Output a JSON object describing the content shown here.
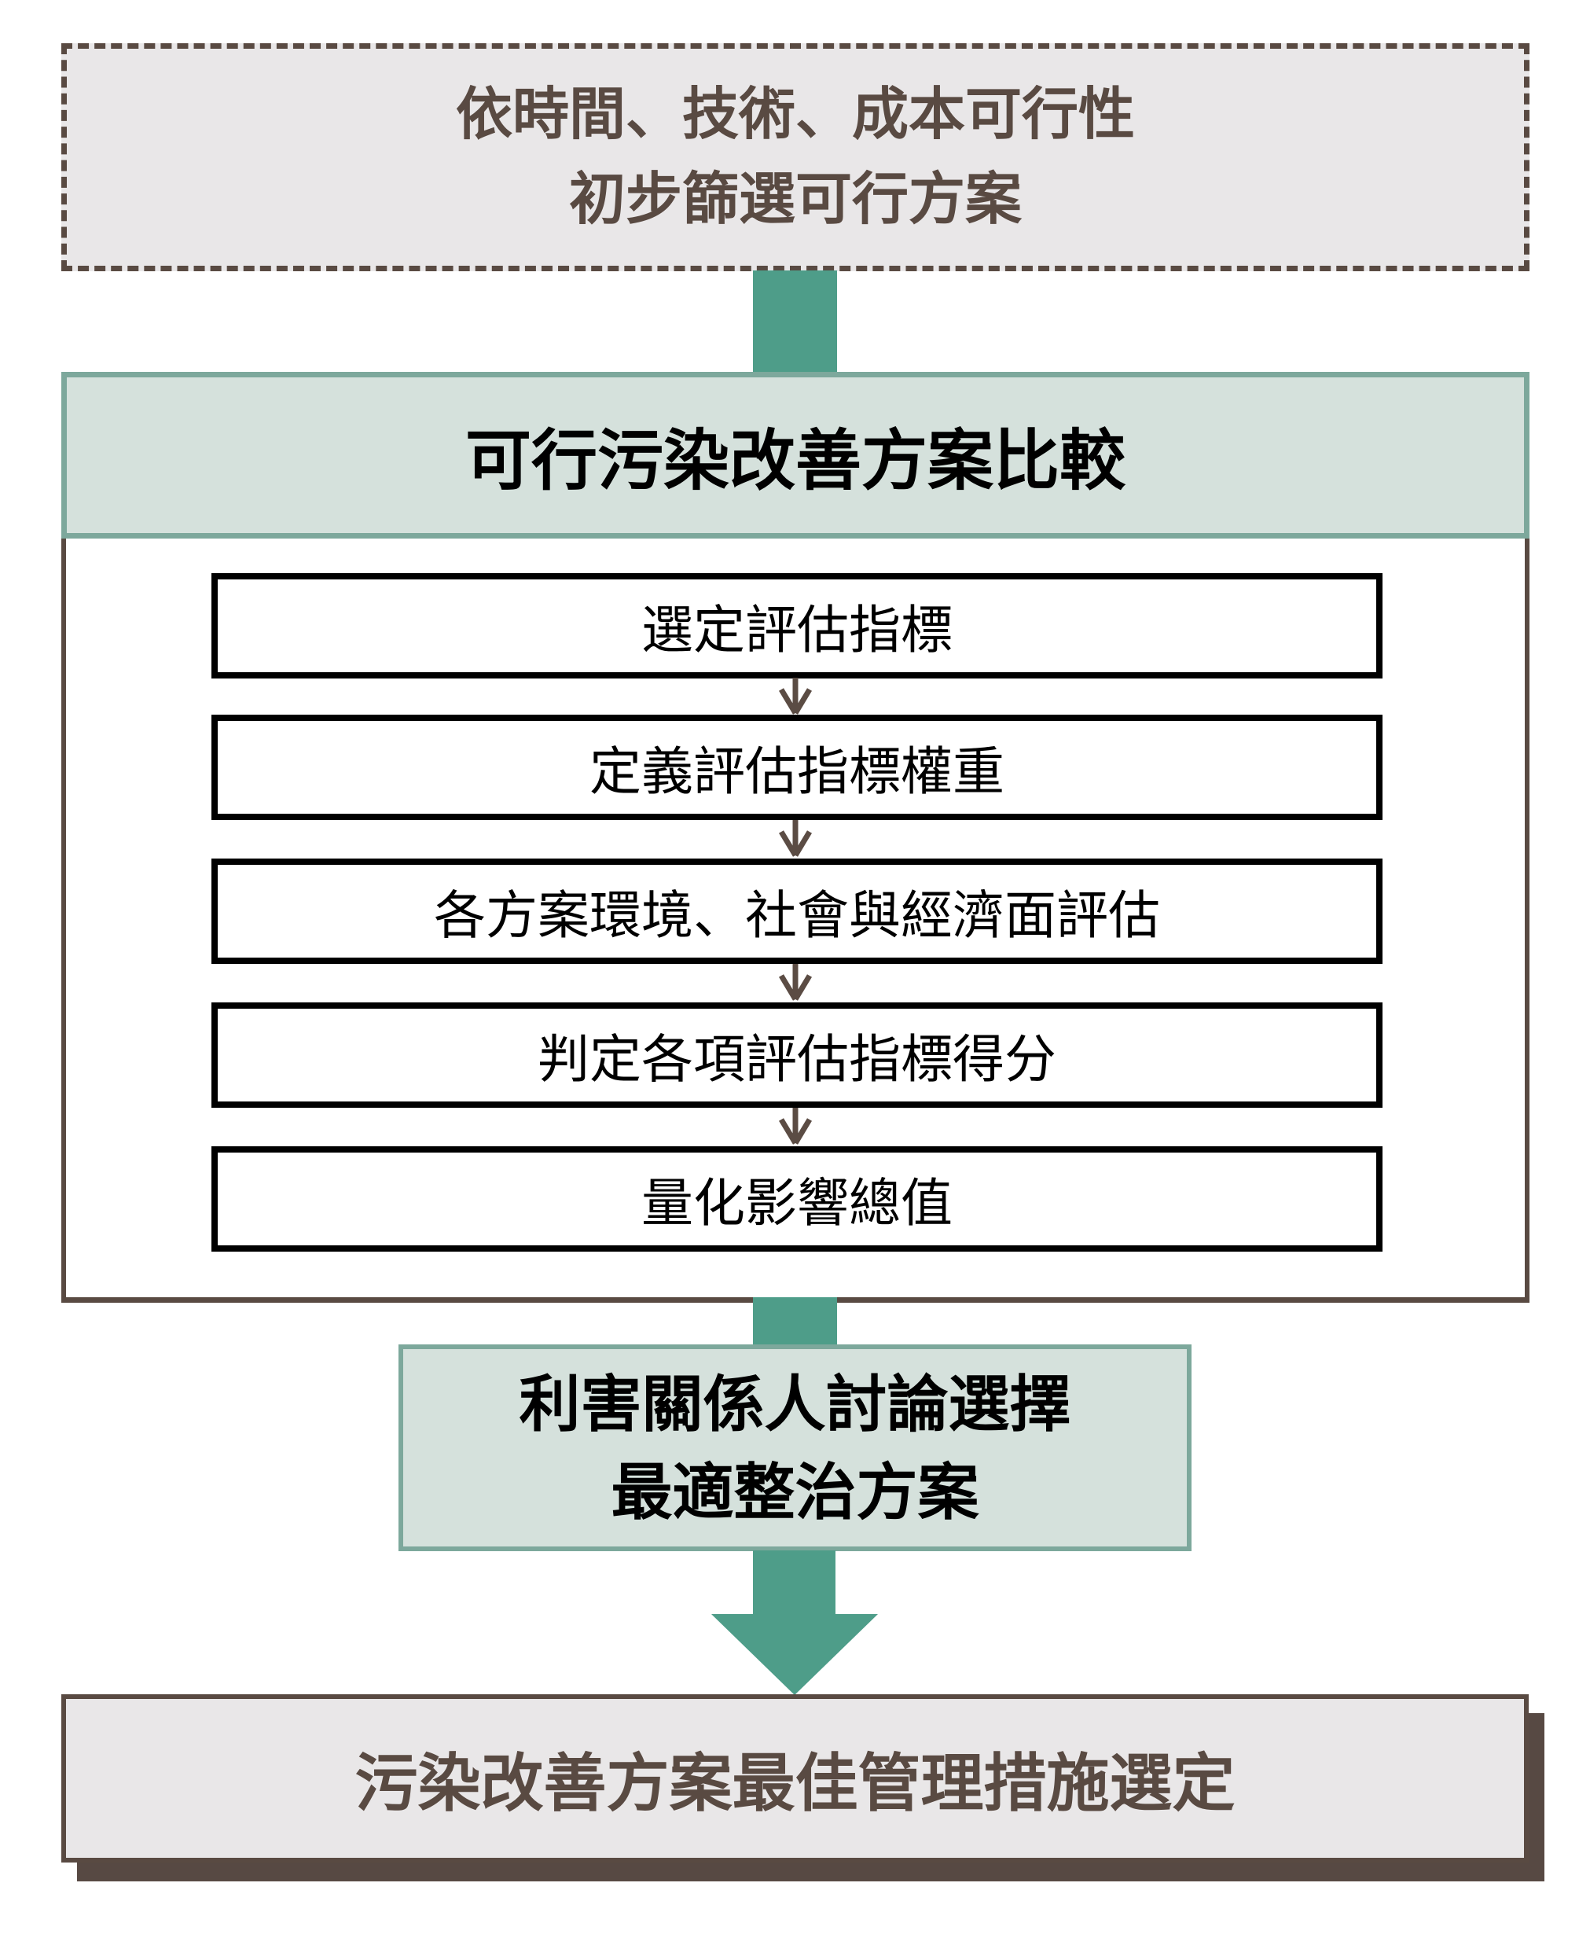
{
  "palette": {
    "brown": "#594a42",
    "gray": "#e9e7e8",
    "teal": "#4e9d89",
    "sage": "#7da89c",
    "mint": "#d5e1dc",
    "arrowbrown": "#5b4c44",
    "shadowbrown": "#574943"
  },
  "flow": {
    "screening_box": {
      "line1": "依時間、技術、成本可行性",
      "line2": "初步篩選可行方案"
    },
    "comparison": {
      "title": "可行污染改善方案比較",
      "steps": [
        "選定評估指標",
        "定義評估指標權重",
        "各方案環境、社會與經濟面評估",
        "判定各項評估指標得分",
        "量化影響總值"
      ]
    },
    "stakeholder_box": {
      "line1": "利害關係人討論選擇",
      "line2": "最適整治方案"
    },
    "final_box": {
      "label": "污染改善方案最佳管理措施選定"
    }
  }
}
